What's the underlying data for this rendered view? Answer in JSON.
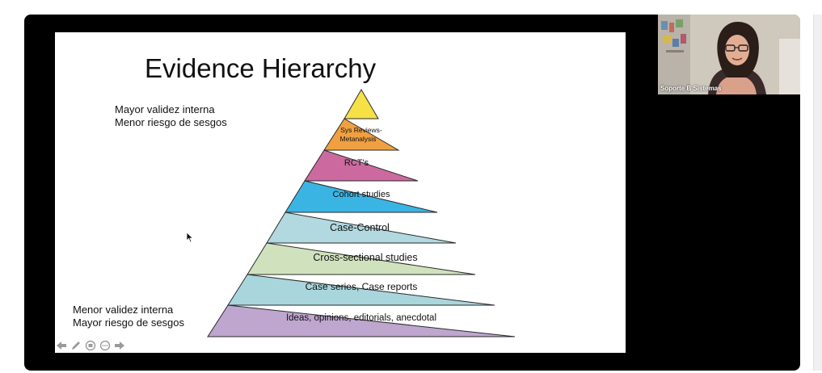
{
  "presentation": {
    "title": "Evidence Hierarchy",
    "notes": {
      "top_line1": "Mayor validez interna",
      "top_line2": "Menor riesgo de sesgos",
      "bottom_line1": "Menor validez interna",
      "bottom_line2": "Mayor riesgo de sesgos"
    },
    "pyramid_levels": [
      {
        "label": "",
        "color": "#f5e046"
      },
      {
        "label": "Sys Reviews-",
        "label2": "Metanalysis",
        "color": "#f0a040"
      },
      {
        "label": "RCT's",
        "color": "#cc6aa0"
      },
      {
        "label": "Cohort studies",
        "color": "#3ab4e2"
      },
      {
        "label": "Case-Control",
        "color": "#b2d8e0"
      },
      {
        "label": "Cross-sectional studies",
        "color": "#cfe2bd"
      },
      {
        "label": "Case series, Case reports",
        "color": "#a8d6dc"
      },
      {
        "label": "Ideas, opinions, editorials, anecdotal",
        "color": "#bea6cf"
      }
    ],
    "controls": [
      "arrow-left-icon",
      "pen-icon",
      "pointer-icon",
      "more-icon",
      "arrow-right-icon"
    ]
  },
  "participant": {
    "name": "Soporte B Sistemas"
  }
}
